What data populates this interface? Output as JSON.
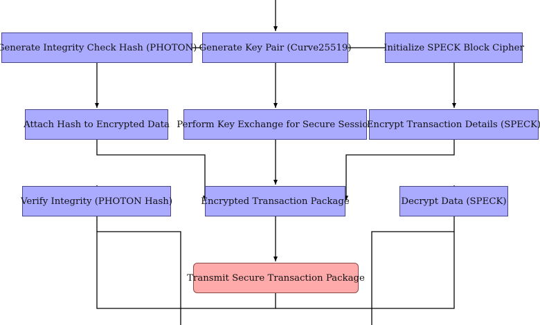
{
  "nodes": {
    "gen_hash": "Generate Integrity Check Hash (PHOTON)",
    "gen_key": "Generate Key Pair (Curve25519)",
    "init_speck": "Initialize SPECK Block Cipher",
    "attach_hash": "Attach Hash to Encrypted Data",
    "key_exchange": "Perform Key Exchange for Secure Session",
    "encrypt_details": "Encrypt Transaction Details (SPECK)",
    "verify_integrity": "Verify Integrity (PHOTON Hash)",
    "encrypted_package": "Encrypted Transaction Package",
    "decrypt_data": "Decrypt Data (SPECK)",
    "transmit": "Transmit Secure Transaction Package"
  },
  "colors": {
    "node_fill": "#aaaaff",
    "transmit_fill": "#ffaaaa",
    "line": "#000000"
  }
}
